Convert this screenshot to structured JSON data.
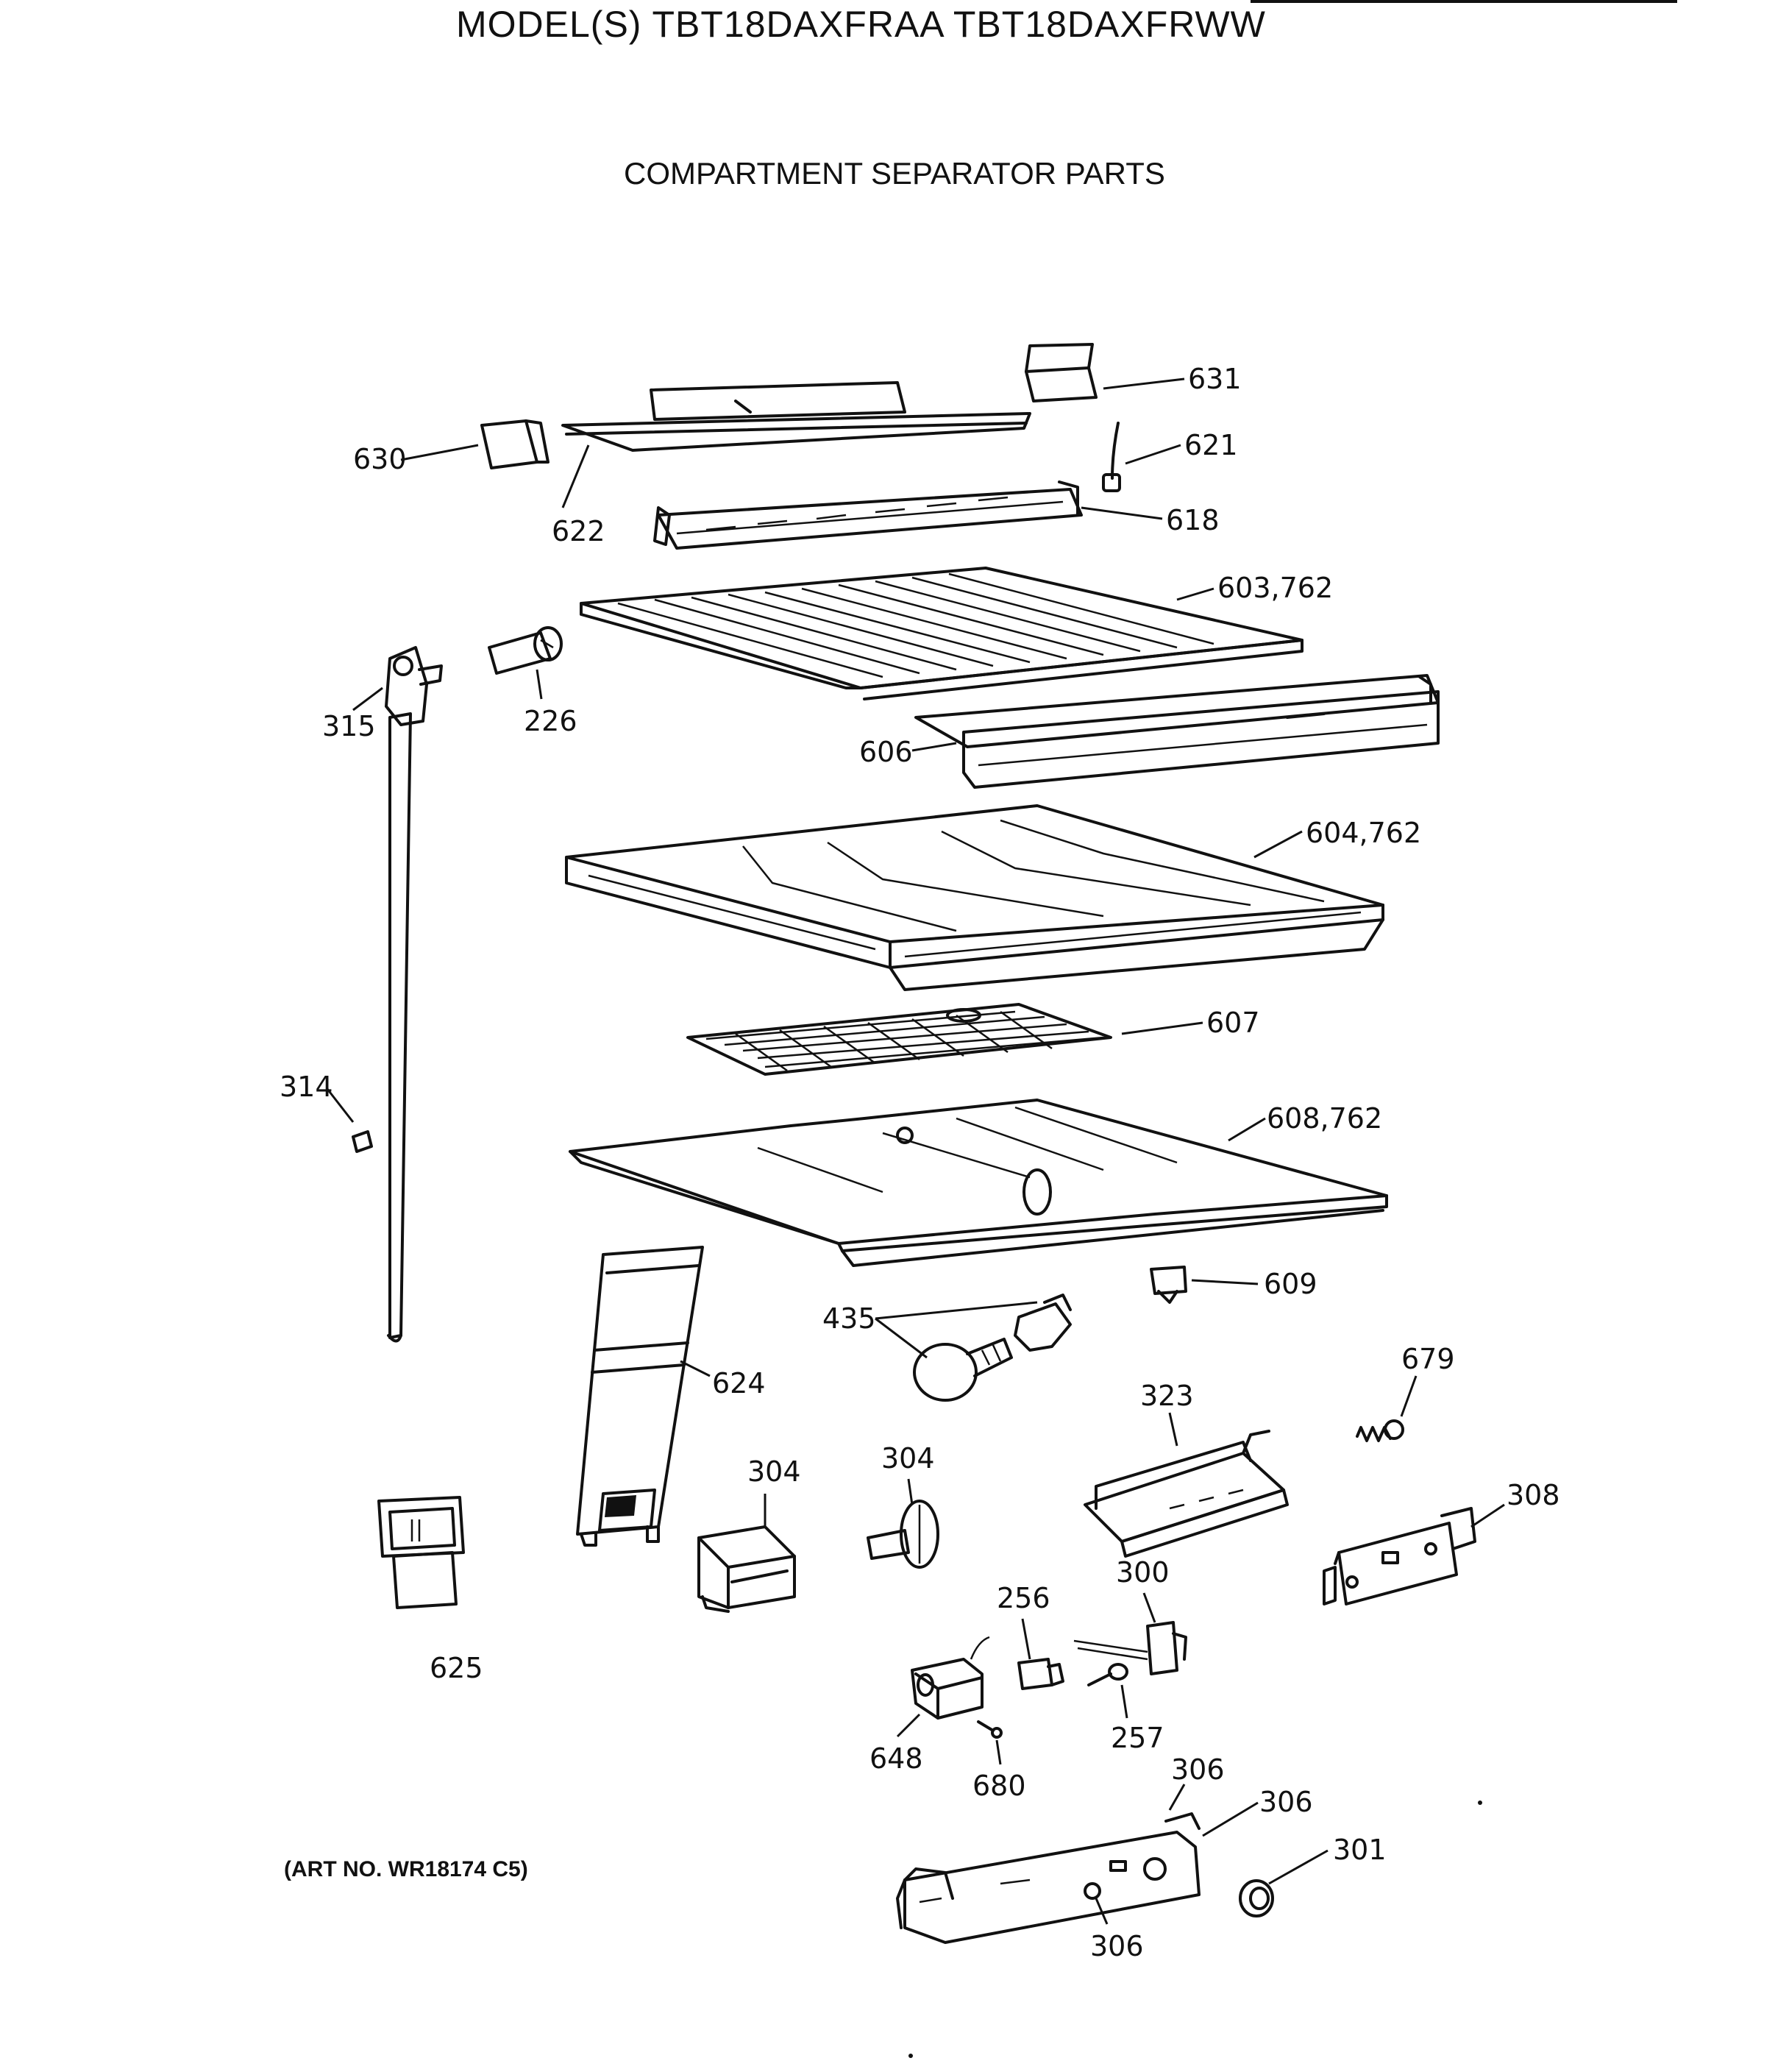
{
  "header": {
    "model_line": "MODEL(S) TBT18DAXFRAA  TBT18DAXFRWW",
    "section_title": "COMPARTMENT SEPARATOR PARTS",
    "art_number": "(ART NO. WR18174 C5)"
  },
  "callouts": {
    "c631": "631",
    "c621": "621",
    "c630": "630",
    "c622": "622",
    "c618": "618",
    "c603": "603,762",
    "c315": "315",
    "c226": "226",
    "c606": "606",
    "c604": "604,762",
    "c607": "607",
    "c314": "314",
    "c608": "608,762",
    "c609": "609",
    "c435": "435",
    "c624": "624",
    "c679": "679",
    "c323": "323",
    "c304a": "304",
    "c304b": "304",
    "c308": "308",
    "c300": "300",
    "c256": "256",
    "c625": "625",
    "c257": "257",
    "c648": "648",
    "c680": "680",
    "c306a": "306",
    "c306b": "306",
    "c301": "301",
    "c306c": "306"
  }
}
